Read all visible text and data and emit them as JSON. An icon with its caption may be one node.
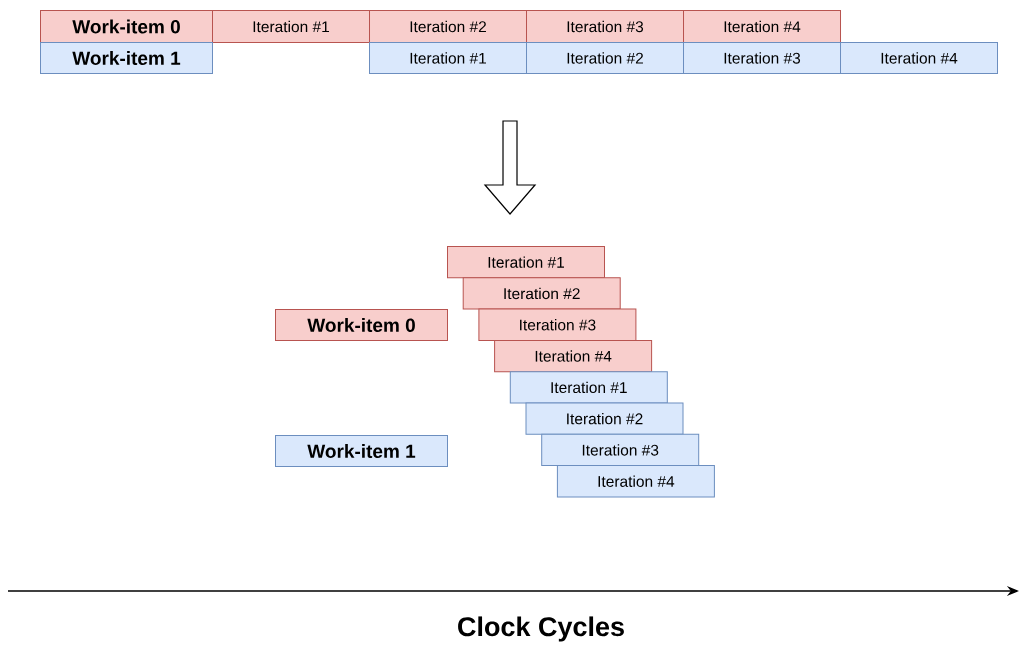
{
  "diagram": {
    "nodes": [
      {
        "text": [
          "Work-item 0"
        ]
      },
      {
        "text": [
          "Iteration #1"
        ]
      },
      {
        "text": [
          "Iteration #2"
        ]
      },
      {
        "text": [
          "Iteration #3"
        ]
      },
      {
        "text": [
          "Iteration #4"
        ]
      },
      {
        "text": [
          "Work-item 1"
        ]
      },
      {
        "text": [
          "Iteration #1"
        ]
      },
      {
        "text": [
          "Iteration #2"
        ]
      },
      {
        "text": [
          "Iteration #3"
        ]
      },
      {
        "text": [
          "Iteration #4"
        ]
      },
      {
        "text": [
          "Iteration #1"
        ]
      },
      {
        "text": [
          "Iteration #2"
        ]
      },
      {
        "text": [
          "Work-item 0"
        ]
      },
      {
        "text": [
          "Iteration #3"
        ]
      },
      {
        "text": [
          "Iteration #4"
        ]
      },
      {
        "text": [
          "Iteration #1"
        ]
      },
      {
        "text": [
          "Iteration #2"
        ]
      },
      {
        "text": [
          "Work-item 1"
        ]
      },
      {
        "text": [
          "Iteration #3"
        ]
      },
      {
        "text": [
          "Iteration #4"
        ]
      }
    ],
    "labels": [
      "Clock Cycles"
    ]
  }
}
